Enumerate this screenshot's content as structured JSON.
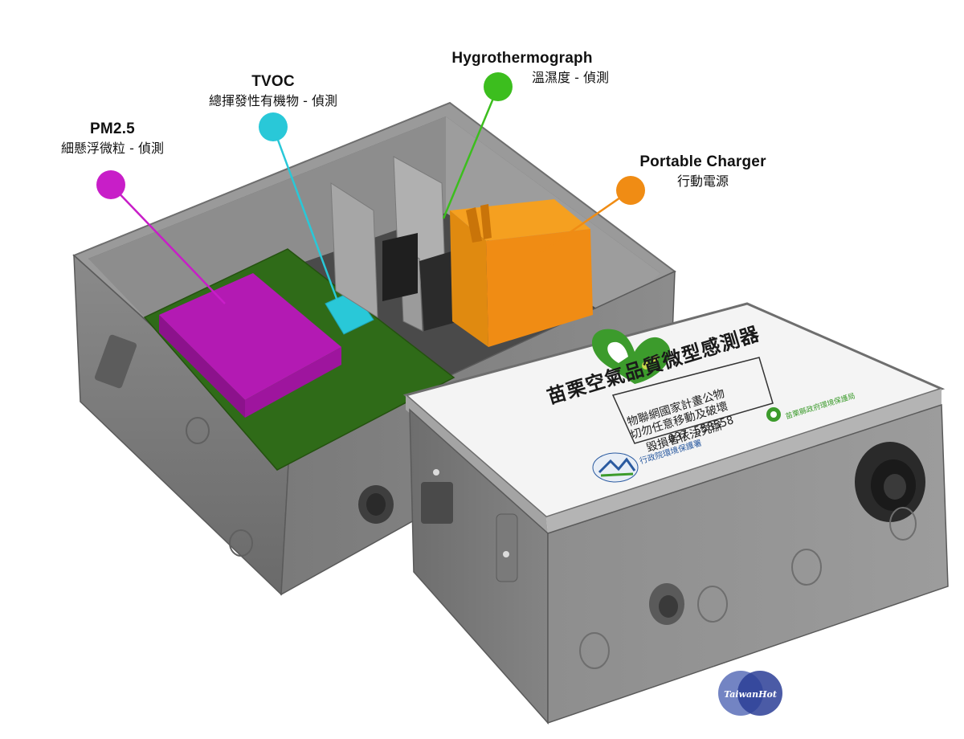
{
  "callouts": {
    "pm25": {
      "title": "PM2.5",
      "subtitle": "細懸浮微粒 - 偵測",
      "color": "#c81ec8"
    },
    "tvoc": {
      "title": "TVOC",
      "subtitle": "總揮發性有機物 - 偵測",
      "color": "#29c8d8"
    },
    "hygro": {
      "title": "Hygrothermograph",
      "subtitle": "溫濕度 - 偵測",
      "color": "#3cbe1e"
    },
    "charger": {
      "title": "Portable Charger",
      "subtitle": "行動電源",
      "color": "#f08c14"
    }
  },
  "lid": {
    "title": "苗栗空氣品質微型感測器",
    "notice_line1": "物聯網國家計畫公物",
    "notice_line2": "切勿任意移動及破壞",
    "notice_line3": "毀損者依法究辦",
    "phone": "037-558558",
    "agency_left": "行政院環境保護署",
    "agency_right": "苗栗縣政府環境保護局"
  },
  "watermark": {
    "text": "TaiwanHot"
  }
}
